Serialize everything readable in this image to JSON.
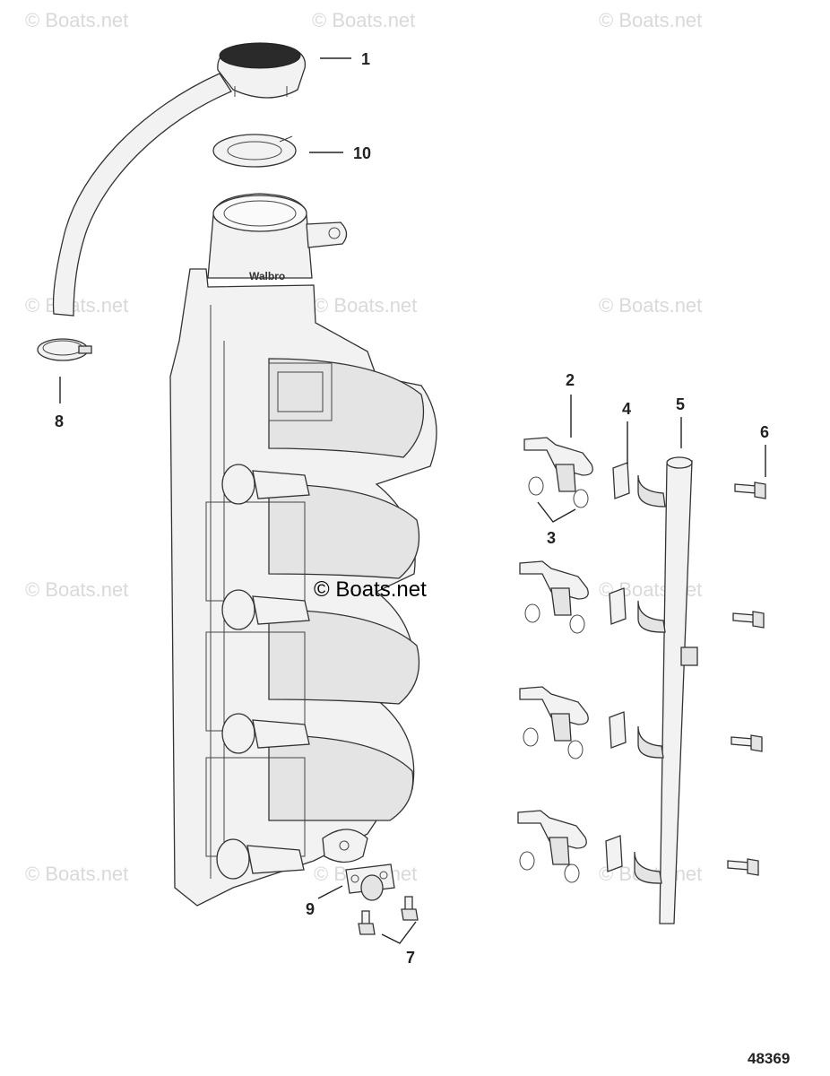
{
  "watermark": {
    "text": "© Boats.net",
    "center_text": "© Boats.net"
  },
  "callouts": {
    "c1": "1",
    "c2": "2",
    "c3": "3",
    "c4": "4",
    "c5": "5",
    "c6": "6",
    "c7": "7",
    "c8": "8",
    "c9": "9",
    "c10": "10"
  },
  "casting_text": "Walbro",
  "drawing_number": "48369"
}
